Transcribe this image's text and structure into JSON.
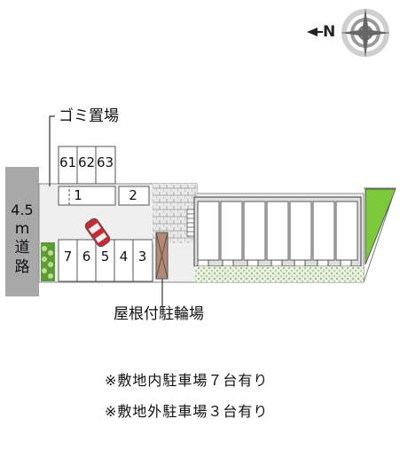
{
  "compass": {
    "north_label": "N"
  },
  "road": {
    "width_label": "4.5",
    "unit_label": "m",
    "name_char_1": "道",
    "name_char_2": "路"
  },
  "labels": {
    "garbage": "ゴミ置場",
    "bike_parking": "屋根付駐輪場"
  },
  "parking_spaces": {
    "top_row": [
      "61",
      "62",
      "63"
    ],
    "space_1": "1",
    "space_2": "2",
    "bottom_row": [
      "7",
      "6",
      "5",
      "4",
      "3"
    ]
  },
  "notes": [
    "※敷地内駐車場７台有り",
    "※敷地外駐車場３台有り"
  ],
  "colors": {
    "road": "#a8a8a8",
    "site": "#eeeeee",
    "building": "#dedede",
    "lawn": "#e7f0df",
    "hedge": "#6aa441",
    "bright_green": "#7cc93a",
    "bike_roof": "#b08876",
    "car": "#c62b33"
  }
}
